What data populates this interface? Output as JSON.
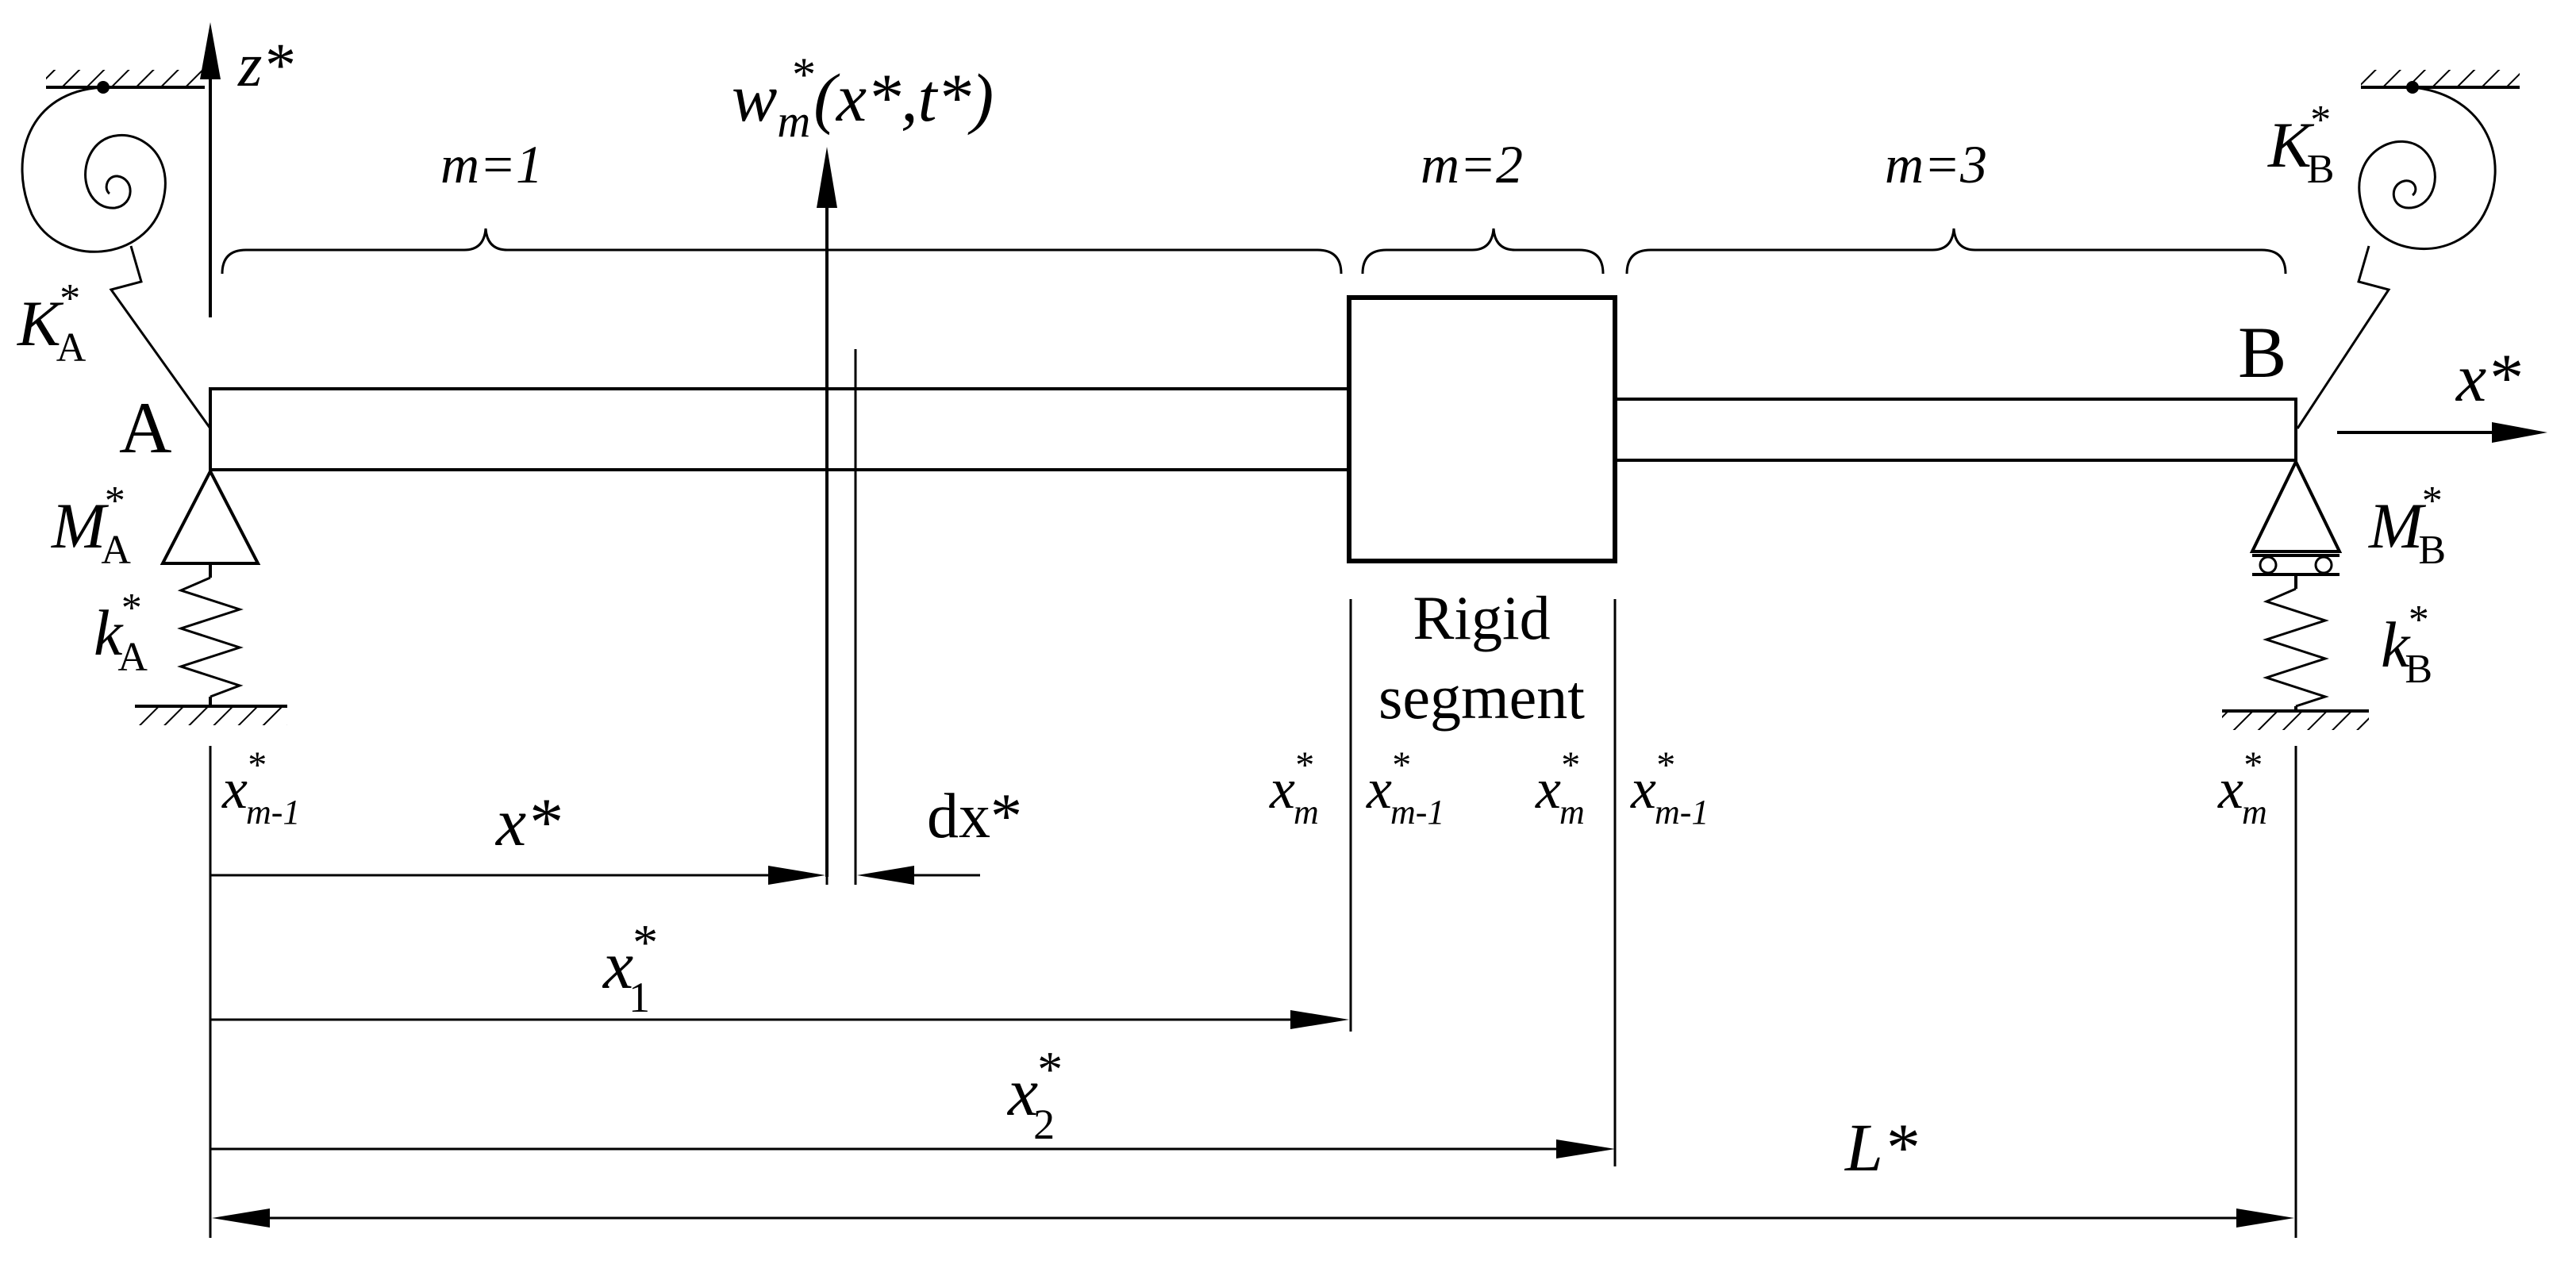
{
  "labels": {
    "z_axis": "z*",
    "x_axis": "x*",
    "deflection": {
      "w": "w",
      "sub": "m",
      "star": "*",
      "args": "(x*,t*)"
    },
    "segment_1": "m=1",
    "segment_2": "m=2",
    "segment_3": "m=3",
    "point_a": "A",
    "point_b": "B",
    "rigid_line1": "Rigid",
    "rigid_line2": "segment",
    "dim_x": "x*",
    "dim_dx": "dx*",
    "dim_x1": {
      "base": "x",
      "star": "*",
      "sub": "1"
    },
    "dim_x2": {
      "base": "x",
      "star": "*",
      "sub": "2"
    },
    "dim_L": "L*"
  },
  "springs": {
    "rot_a": {
      "base": "K",
      "star": "*",
      "sub": "A"
    },
    "rot_b": {
      "base": "K",
      "star": "*",
      "sub": "B"
    },
    "mass_a": {
      "base": "M",
      "star": "*",
      "sub": "A"
    },
    "mass_b": {
      "base": "M",
      "star": "*",
      "sub": "B"
    },
    "trans_a": {
      "base": "k",
      "star": "*",
      "sub": "A"
    },
    "trans_b": {
      "base": "k",
      "star": "*",
      "sub": "B"
    }
  },
  "coords": {
    "start_1": {
      "base": "x",
      "star": "*",
      "sub": "m-1"
    },
    "end_1": {
      "base": "x",
      "star": "*",
      "sub": "m"
    },
    "start_2": {
      "base": "x",
      "star": "*",
      "sub": "m-1"
    },
    "end_2": {
      "base": "x",
      "star": "*",
      "sub": "m"
    },
    "start_3": {
      "base": "x",
      "star": "*",
      "sub": "m-1"
    },
    "end_3": {
      "base": "x",
      "star": "*",
      "sub": "m"
    }
  }
}
